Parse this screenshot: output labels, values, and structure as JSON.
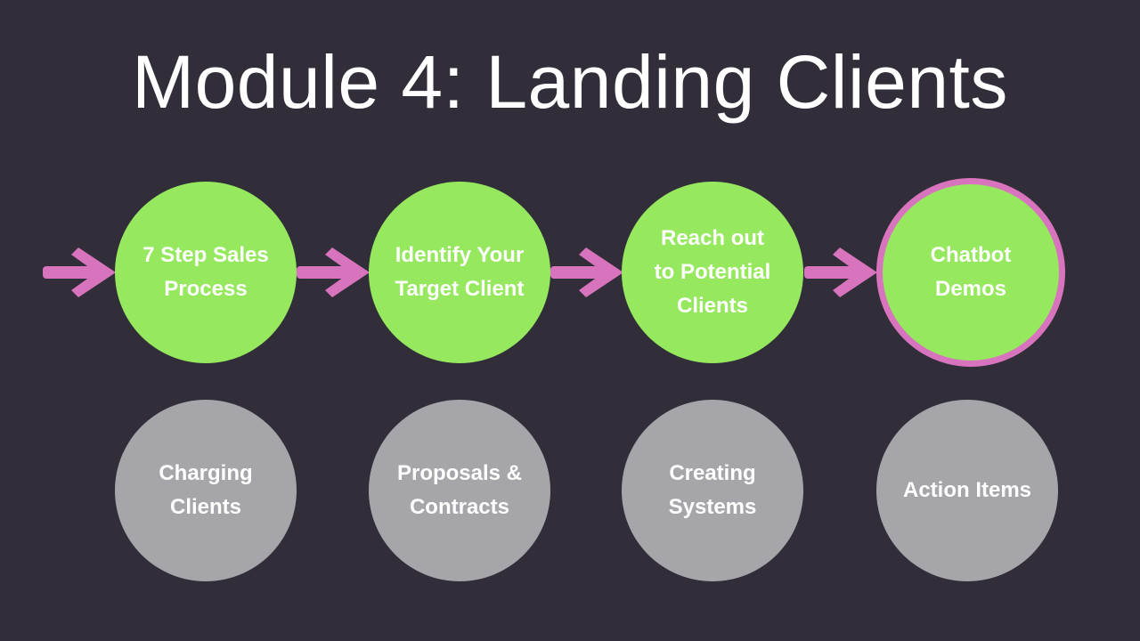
{
  "title": "Module 4: Landing Clients",
  "colors": {
    "background": "#312e39",
    "active_step": "#96e85f",
    "upcoming_step": "#a6a6aa",
    "arrow": "#d873bd",
    "highlight_ring": "#d873bd"
  },
  "active_steps": [
    {
      "label": "7 Step Sales\nProcess"
    },
    {
      "label": "Identify Your\nTarget Client"
    },
    {
      "label": "Reach out\nto Potential\nClients"
    },
    {
      "label": "Chatbot\nDemos",
      "highlighted": true
    }
  ],
  "upcoming_steps": [
    {
      "label": "Charging\nClients"
    },
    {
      "label": "Proposals &\nContracts"
    },
    {
      "label": "Creating\nSystems"
    },
    {
      "label": "Action Items"
    }
  ]
}
